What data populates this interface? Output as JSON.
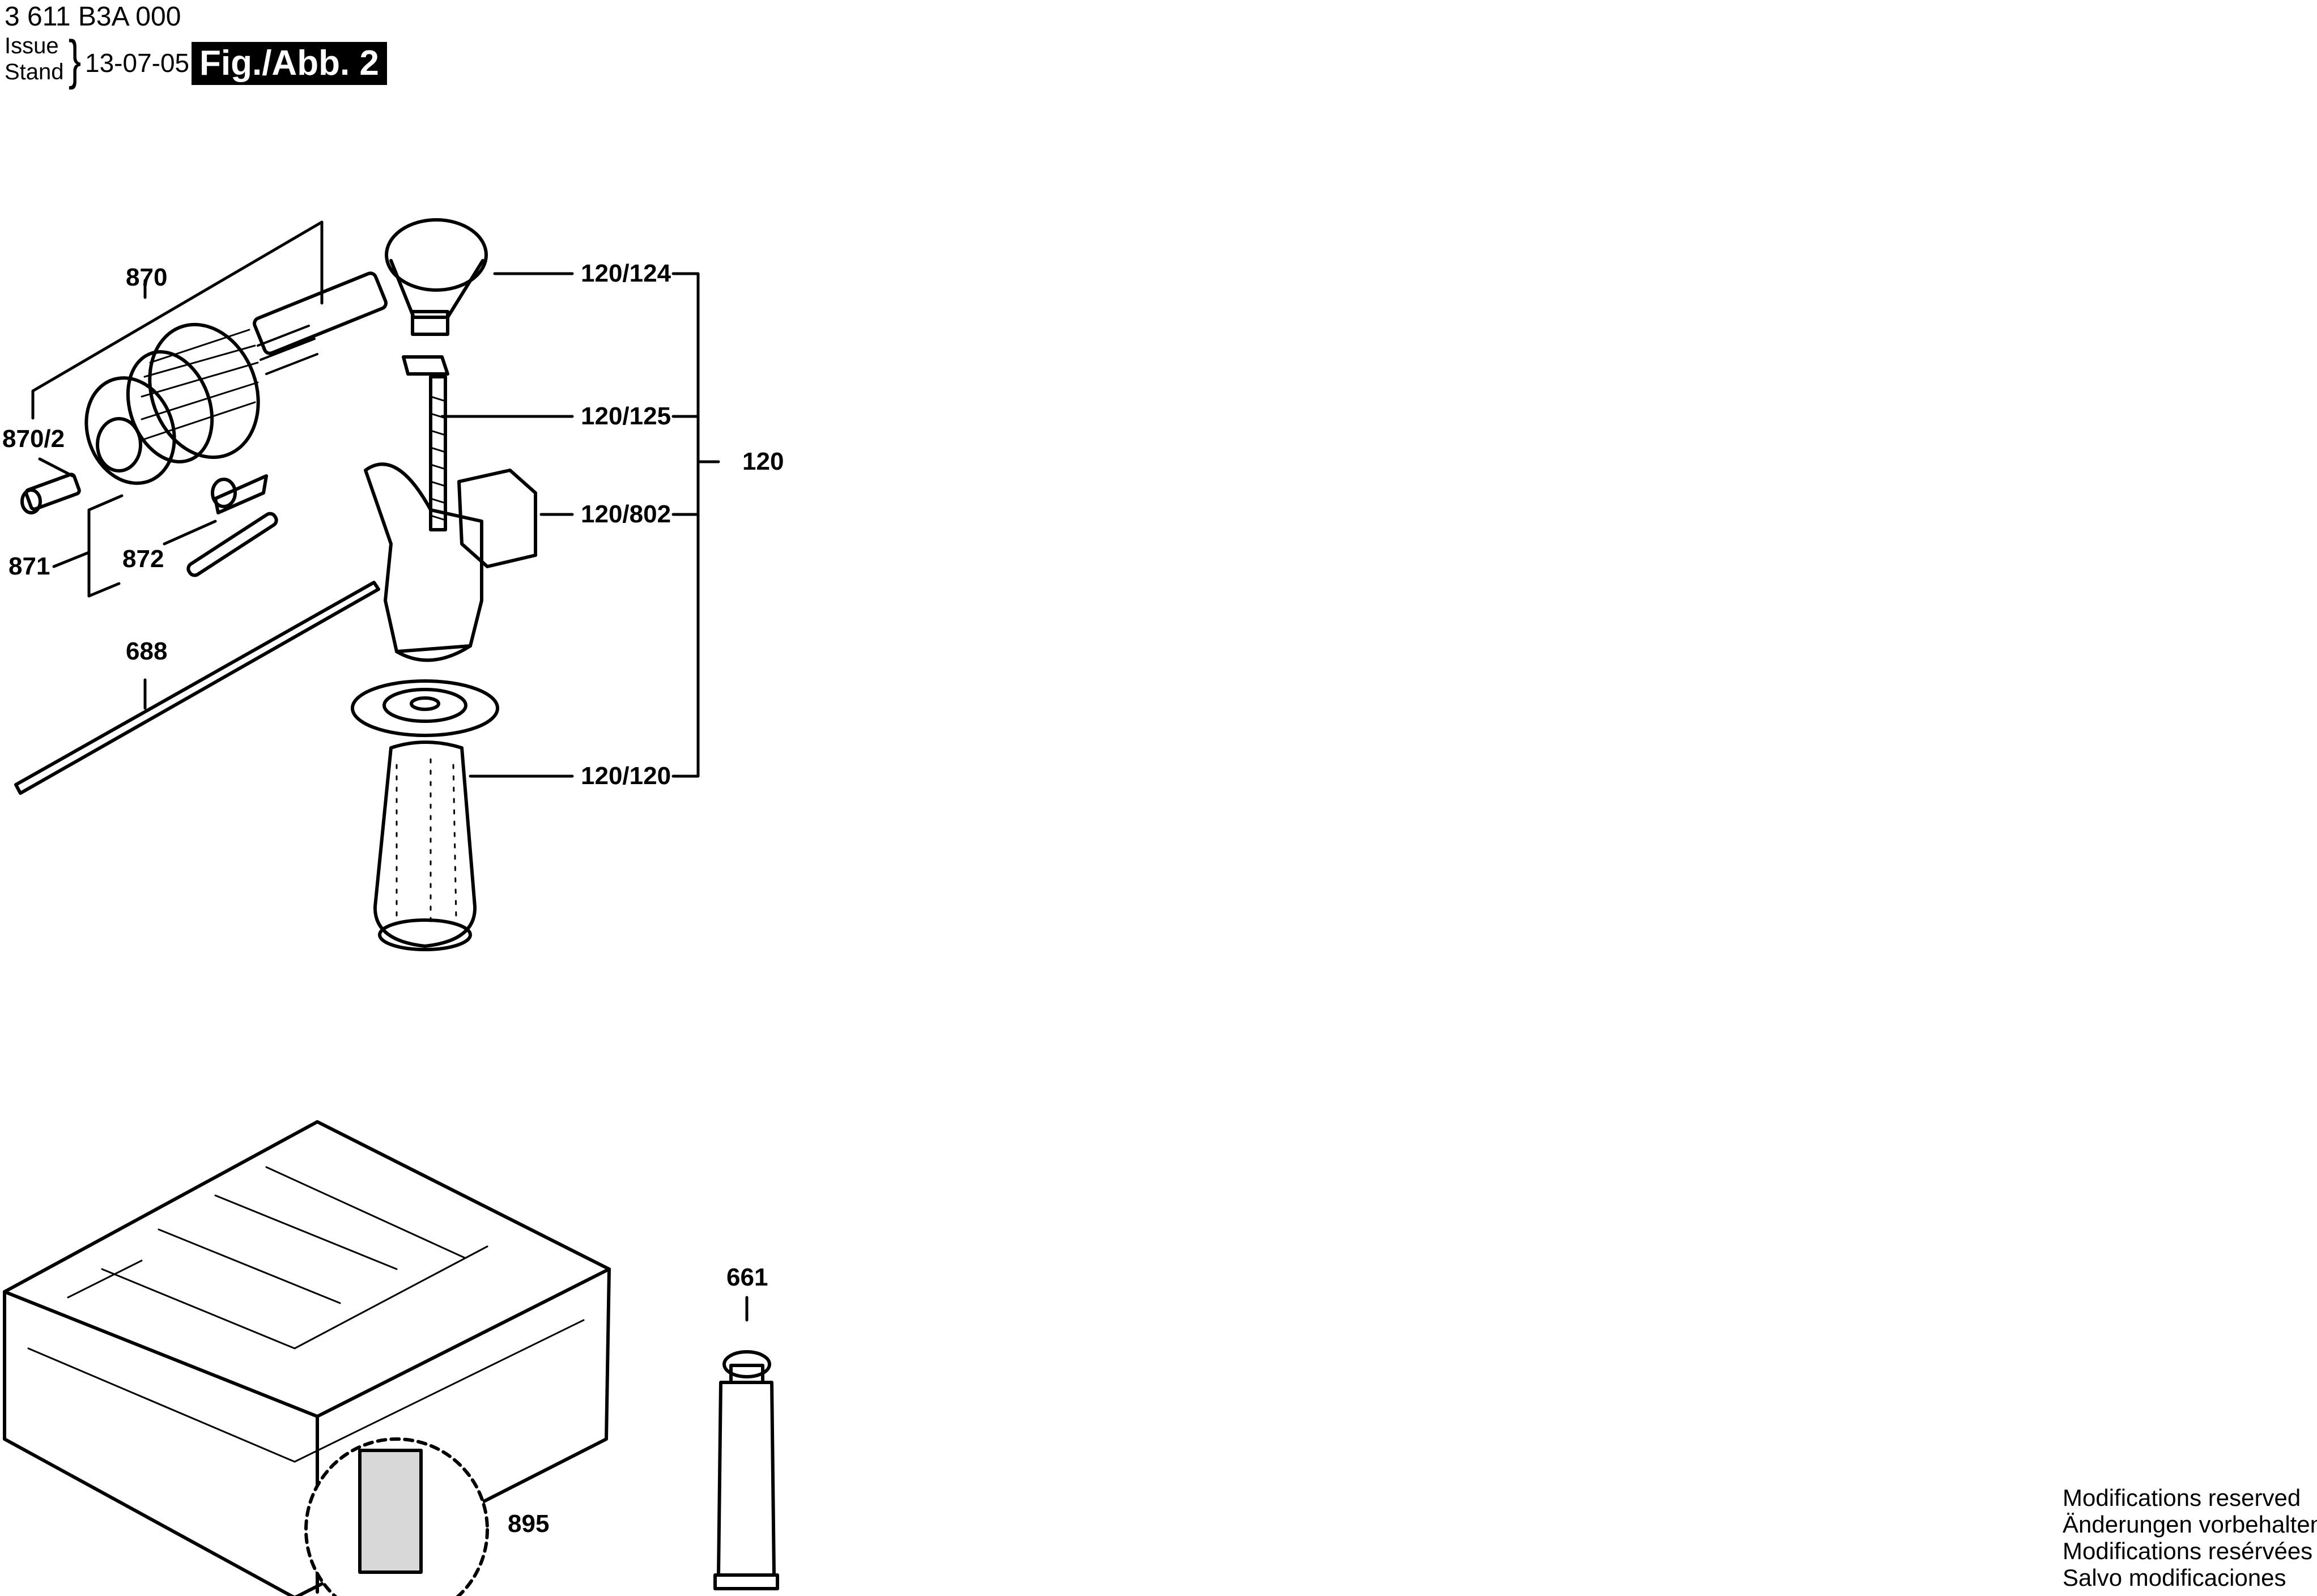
{
  "header": {
    "doc_number": "3 611 B3A 000",
    "issue_label": "Issue",
    "stand_label": "Stand",
    "date": "13-07-05",
    "figure_title": "Fig./Abb. 2"
  },
  "callouts": {
    "p870": "870",
    "p870_2": "870/2",
    "p871": "871",
    "p872": "872",
    "p688": "688",
    "p120_124": "120/124",
    "p120_125": "120/125",
    "p120": "120",
    "p120_802": "120/802",
    "p120_120": "120/120",
    "p661": "661",
    "p895": "895"
  },
  "footer": {
    "modifications": [
      "Modifications reserved",
      "Änderungen vorbehalten",
      "Modifications resérvées",
      "Salvo modificaciones"
    ]
  }
}
